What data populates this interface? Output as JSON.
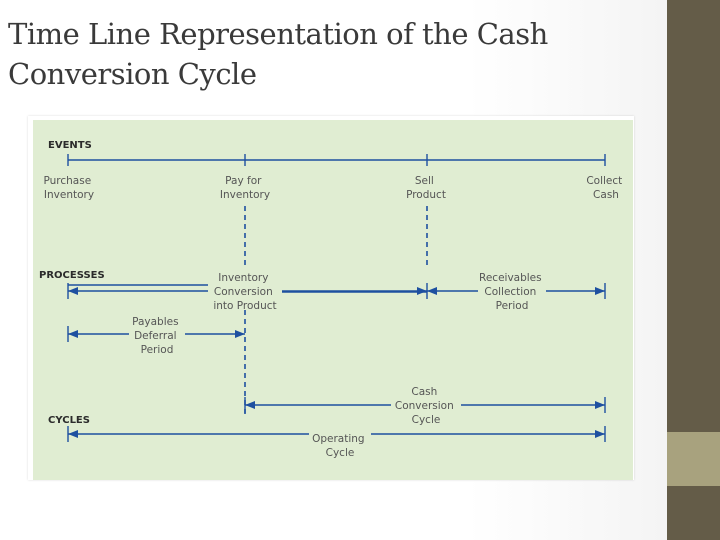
{
  "slide": {
    "title_lines": [
      "Time Line Representation of the Cash",
      "Conversion Cycle"
    ]
  },
  "diagram": {
    "headers": {
      "events": "EVENTS",
      "processes": "PROCESSES",
      "cycles": "CYCLES"
    },
    "events": [
      {
        "lines": [
          "Purchase",
          "Inventory"
        ]
      },
      {
        "lines": [
          "Pay for",
          "Inventory"
        ]
      },
      {
        "lines": [
          "Sell",
          "Product"
        ]
      },
      {
        "lines": [
          "Collect",
          "Cash"
        ]
      }
    ],
    "processes": [
      {
        "lines": [
          "Inventory",
          "Conversion",
          "into Product"
        ]
      },
      {
        "lines": [
          "Receivables",
          "Collection",
          "Period"
        ]
      },
      {
        "lines": [
          "Payables",
          "Deferral",
          "Period"
        ]
      }
    ],
    "cycles": [
      {
        "lines": [
          "Cash",
          "Conversion",
          "Cycle"
        ]
      },
      {
        "lines": [
          "Operating",
          "Cycle"
        ]
      }
    ]
  },
  "colors": {
    "diagram_bg": "#e0edd2",
    "line": "#1e50a0",
    "sidebar_dark": "#645c48",
    "sidebar_light": "#a8a27e",
    "title_text": "#3a3a3a"
  }
}
